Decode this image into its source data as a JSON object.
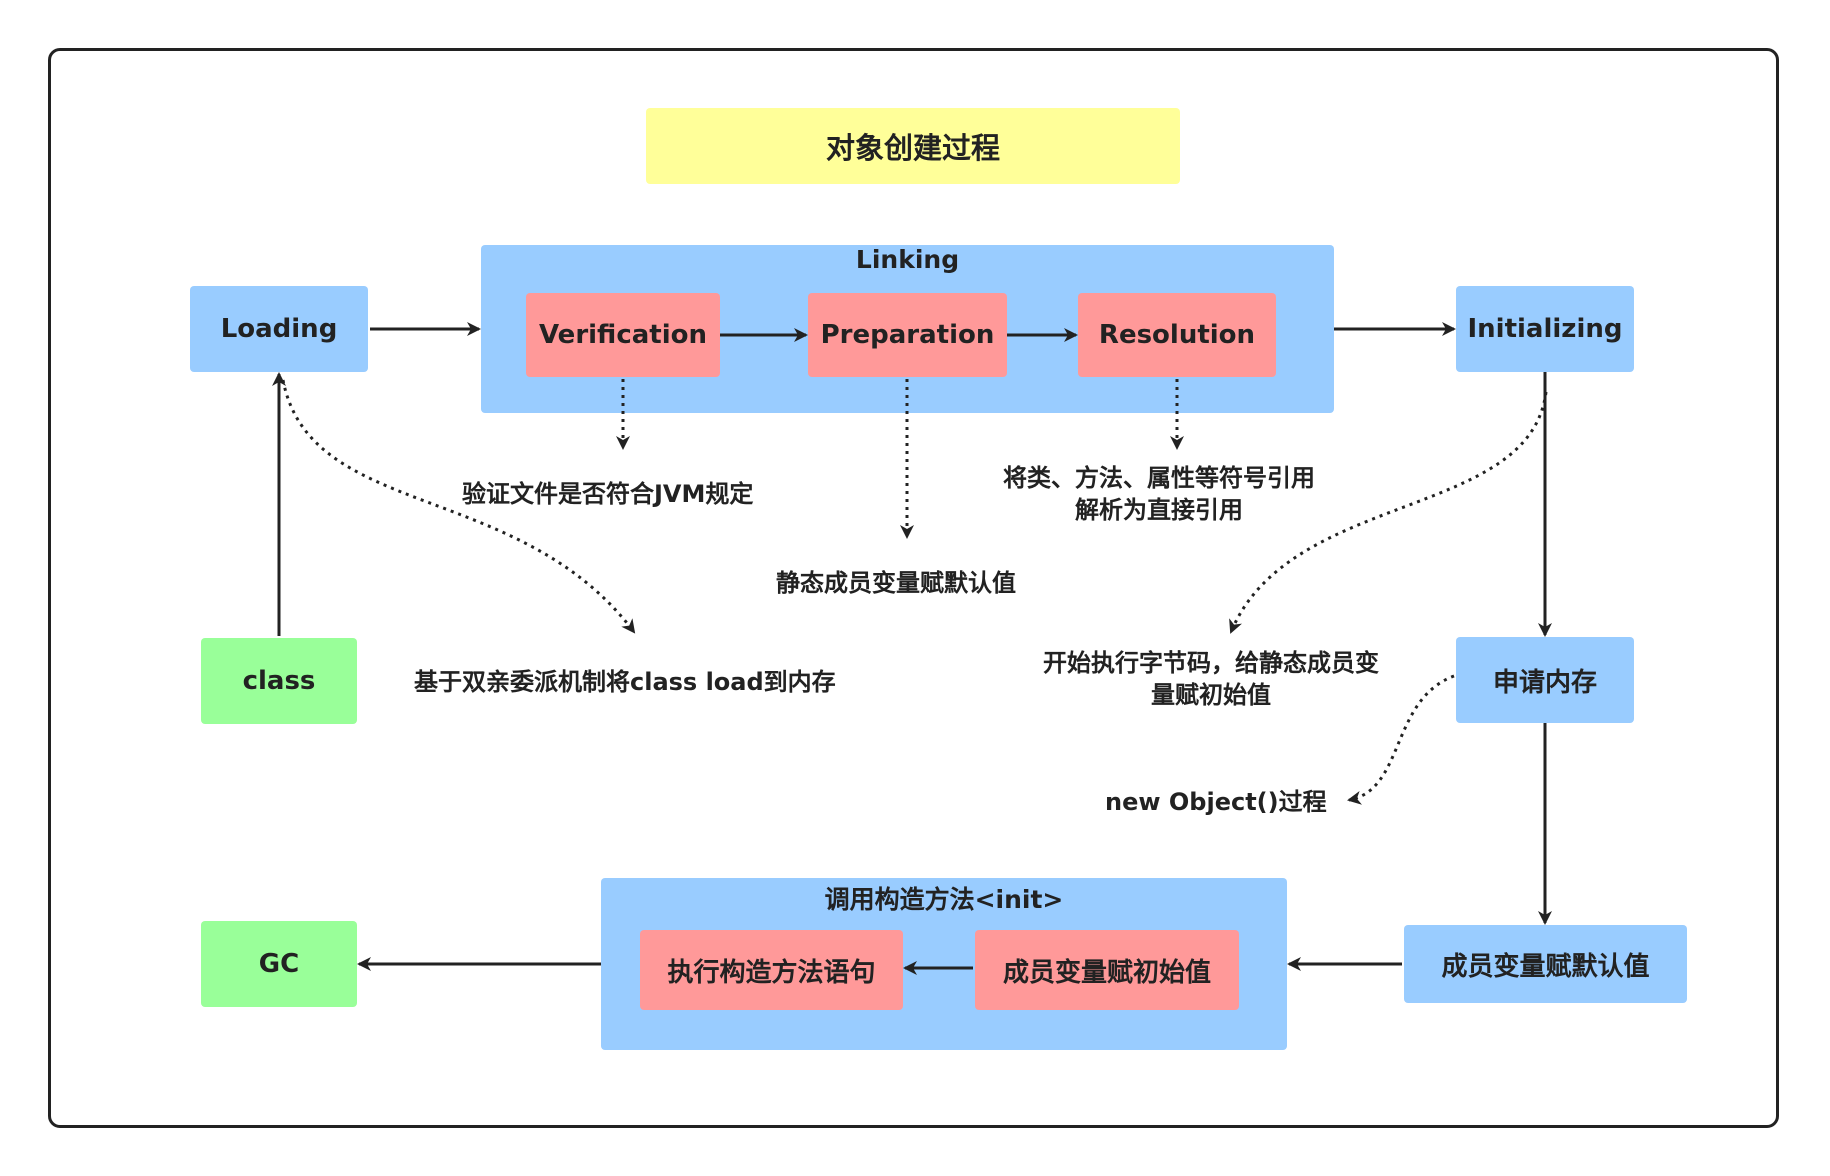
{
  "title": "对象创建过程",
  "linking": {
    "title": "Linking",
    "verification": "Verification",
    "preparation": "Preparation",
    "resolution": "Resolution"
  },
  "loading": "Loading",
  "initializing": "Initializing",
  "class": "class",
  "alloc_memory": "申请内存",
  "member_default": "成员变量赋默认值",
  "init_group": {
    "title": "调用构造方法<init>",
    "member_init": "成员变量赋初始值",
    "exec_constructor": "执行构造方法语句"
  },
  "gc": "GC",
  "notes": {
    "verification": "验证文件是否符合JVM规定",
    "preparation": "静态成员变量赋默认值",
    "resolution_line1": "将类、方法、属性等符号引用",
    "resolution_line2": "解析为直接引用",
    "loading": "基于双亲委派机制将class load到内存",
    "initializing_line1": "开始执行字节码，给静态成员变",
    "initializing_line2": "量赋初始值",
    "new_object": "new Object()过程"
  },
  "colors": {
    "blue": "#99ccff",
    "red": "#ff9999",
    "green": "#99ff99",
    "yellow": "#ffff99",
    "stroke": "#222222"
  }
}
